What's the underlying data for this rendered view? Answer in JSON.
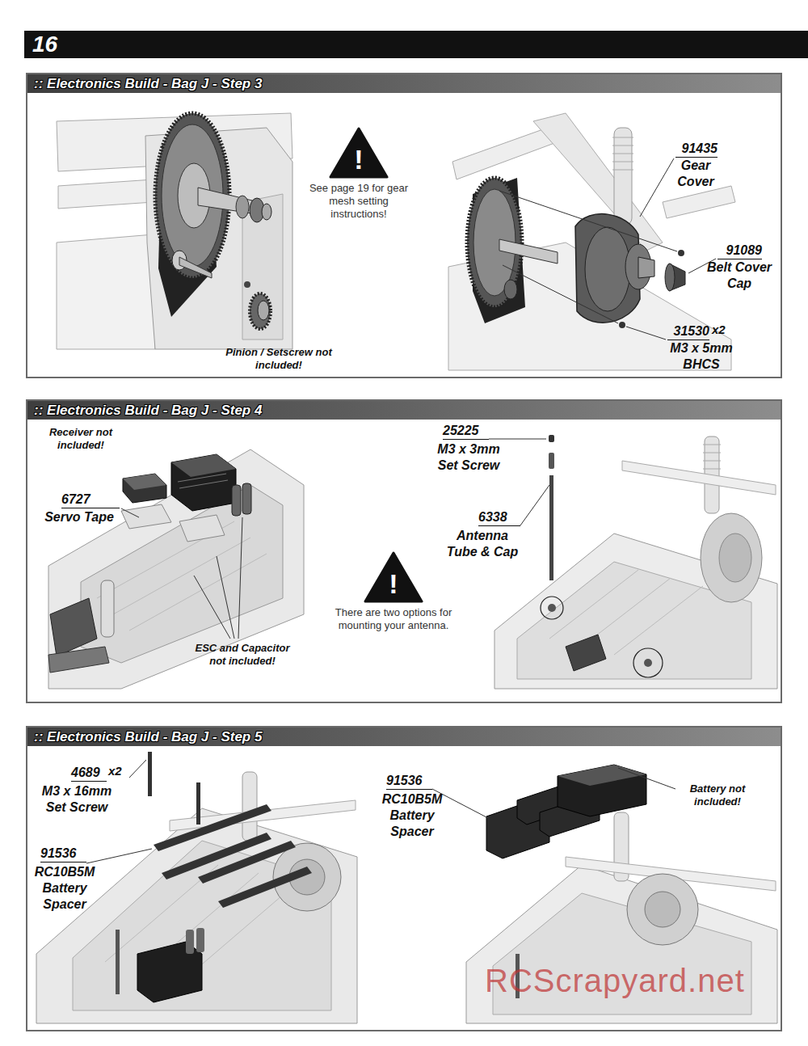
{
  "diagram": {
    "nodes": [
      {
        "text": [
          "16"
        ]
      },
      {
        "text": [
          ":: Electronics Build - Bag J - Step 3"
        ]
      },
      {
        "text": [
          "!",
          "See page 19 for gear mesh setting instructions!"
        ],
        "in": 1
      },
      {
        "text": [
          ":: Electronics Build - Bag J - Step 4"
        ]
      },
      {
        "text": [
          "!",
          "There are two options for mounting your antenna."
        ],
        "in": 3
      },
      {
        "text": [
          ":: Electronics Build - Bag J - Step 5"
        ]
      }
    ],
    "labels": [
      "Pinion / Setscrew not included!",
      "91435",
      "Gear Cover",
      "91089",
      "Belt Cover Cap",
      "31530",
      "x2",
      "M3 x 5mm BHCS",
      "Receiver not included!",
      "6727",
      "Servo Tape",
      "ESC and Capacitor not included!",
      "25225",
      "M3 x 3mm Set Screw",
      "6338",
      "Antenna Tube & Cap",
      "4689",
      "x2",
      "M3 x 16mm Set Screw",
      "91536",
      "RC10B5M Battery Spacer",
      "91536",
      "RC10B5M Battery Spacer",
      "Battery not included!",
      "RCScrapyard.net"
    ]
  }
}
